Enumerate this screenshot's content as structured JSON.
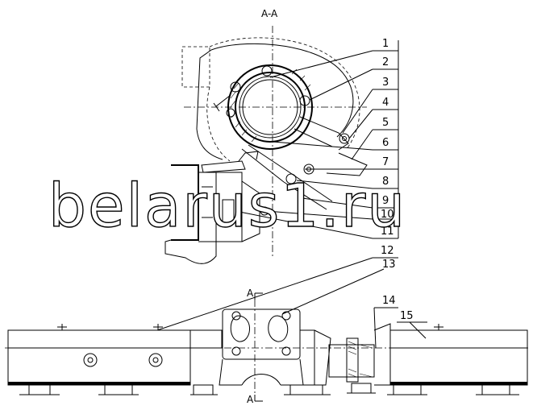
{
  "drawing": {
    "section_title": "A-A",
    "section_mark": "A",
    "watermark": "belarus1.ru",
    "callouts": [
      "1",
      "2",
      "3",
      "4",
      "5",
      "6",
      "7",
      "8",
      "9",
      "10",
      "11",
      "12",
      "13",
      "14",
      "15"
    ]
  }
}
